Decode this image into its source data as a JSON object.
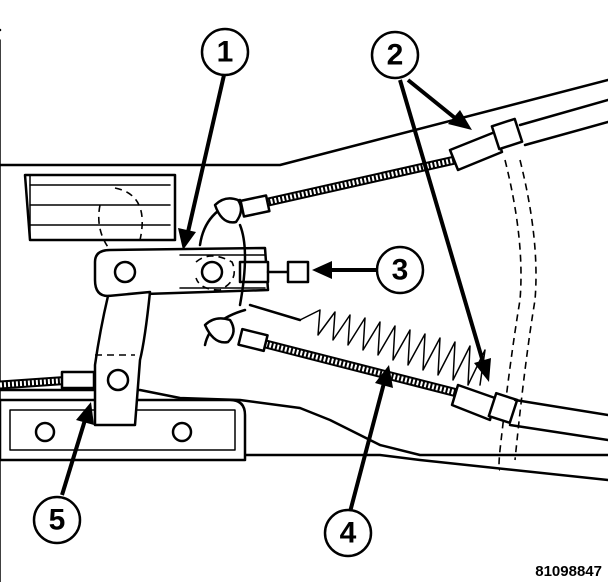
{
  "figure": {
    "id_label": "81098847"
  },
  "callouts": [
    {
      "number": "1"
    },
    {
      "number": "2"
    },
    {
      "number": "3"
    },
    {
      "number": "4"
    },
    {
      "number": "5"
    }
  ]
}
